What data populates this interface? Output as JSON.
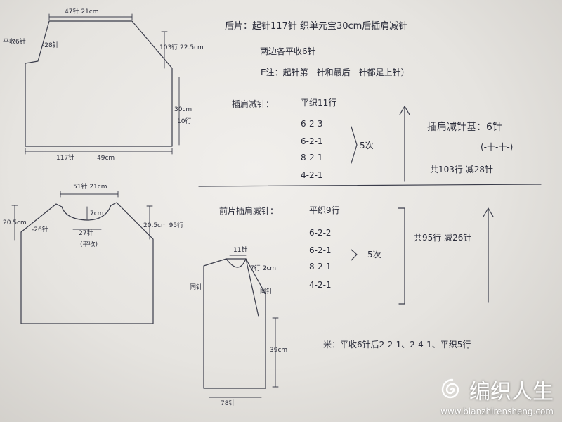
{
  "back_notes": {
    "line1": "后片：起针117针 织单元宝30cm后插肩减针",
    "line2": "两边各平收6针",
    "line3": "E注：起针第一针和最后一针都是上针）"
  },
  "raglan_back": {
    "title": "插肩减针：",
    "flat_rows": "平织11行",
    "rows": [
      "6-2-3",
      "6-2-1",
      "8-2-1",
      "4-2-1"
    ],
    "times": "5次",
    "side_label": "插肩减针基：6针",
    "side_pattern": "(-十-十-)",
    "total": "共103行 减28针"
  },
  "raglan_front": {
    "title": "前片插肩减针：",
    "flat_rows": "平织9行",
    "rows": [
      "6-2-2",
      "6-2-1",
      "8-2-1",
      "4-2-1"
    ],
    "times": "5次",
    "total": "共95行 减26针"
  },
  "note": "米：平收6针后2-2-1、2-4-1、平织5行",
  "diagram_back": {
    "top_width": "47针 21cm",
    "side_flat": "平收6针",
    "dec": "-28针",
    "raglan_height": "103行 22.5cm",
    "body_height_cm": "30cm",
    "body_height_rows": "10行",
    "bottom_width": "117针",
    "bottom_cm": "49cm"
  },
  "diagram_front": {
    "neck_top": "51针 21cm",
    "neck_depth": "7cm",
    "neck_bottom": "27针",
    "neck_flat": "(平收)",
    "left_height": "20.5cm",
    "dec": "-26针",
    "right_height": "20.5cm 95行"
  },
  "diagram_sleeve": {
    "top": "11针",
    "neck": "7行 2cm",
    "left_inc": "同针",
    "right_inc": "同针",
    "height": "39cm",
    "bottom": "78针"
  },
  "watermark": {
    "name": "编织人生",
    "url": "www.bianzhirensheng.com"
  }
}
